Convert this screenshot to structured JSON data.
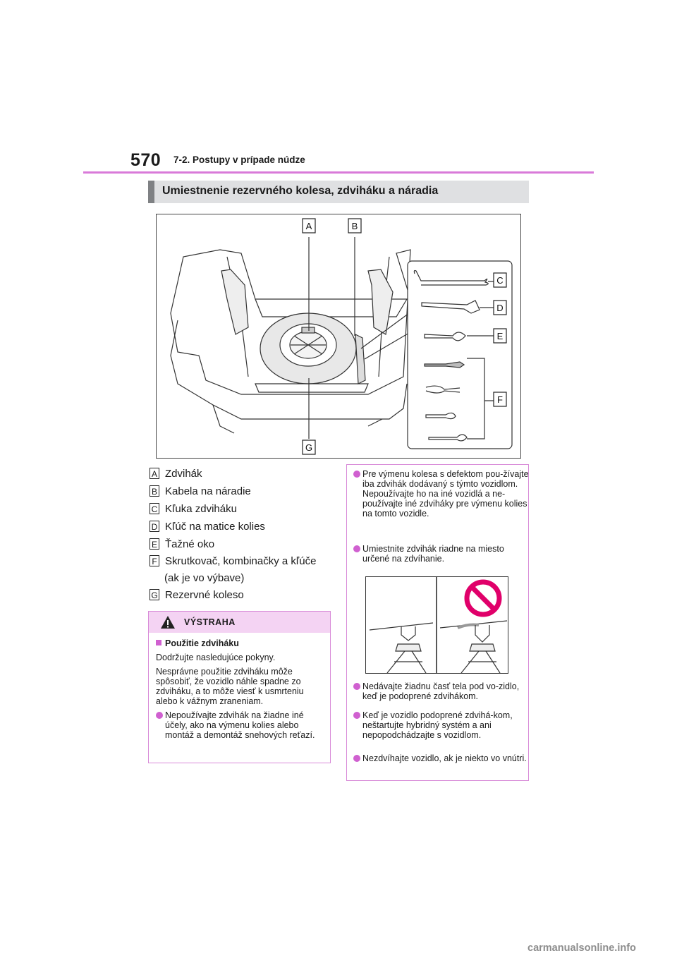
{
  "header": {
    "page_number": "570",
    "chapter": "7-2. Postupy v prípade núdze"
  },
  "section_title": "Umiestnenie rezervného kolesa, zdviháku a náradia",
  "figure": {
    "callouts": [
      "A",
      "B",
      "C",
      "D",
      "E",
      "F",
      "G"
    ]
  },
  "legend": [
    {
      "label": "A",
      "text": "Zdvihák"
    },
    {
      "label": "B",
      "text": "Kabela na náradie"
    },
    {
      "label": "C",
      "text": "Kľuka zdviháku"
    },
    {
      "label": "D",
      "text": "Kľúč na matice kolies"
    },
    {
      "label": "E",
      "text": "Ťažné oko"
    },
    {
      "label": "F",
      "text": "Skrutkovač, kombinačky a kľúče",
      "cont": "(ak je vo výbave)"
    },
    {
      "label": "G",
      "text": "Rezervné koleso"
    }
  ],
  "warning": {
    "title": "VÝSTRAHA",
    "subtitle": "Použitie zdviháku",
    "p1": "Dodržujte nasledujúce pokyny.",
    "p2": "Nesprávne použitie zdviháku môže spôsobiť, že vozidlo náhle spadne zo zdviháku, a to môže viesť k usmrteniu alebo k vážnym zraneniam.",
    "b1": "Nepoužívajte zdvihák na žiadne iné účely, ako na výmenu kolies alebo montáž a demontáž snehových reťazí."
  },
  "notes": {
    "n1": "Pre výmenu kolesa s defektom pou-žívajte iba zdvihák dodávaný s týmto vozidlom. Nepoužívajte ho na iné vozidlá a ne-používajte iné zdviháky pre výmenu kolies na tomto vozidle.",
    "n2": "Umiestnite zdvihák riadne na miesto určené na zdvíhanie.",
    "n3": "Nedávajte žiadnu časť tela pod vo-zidlo, keď je podoprené zdvihákom.",
    "n4": "Keď je vozidlo podoprené zdvihá-kom, neštartujte hybridný systém a ani nepopodchádzajte s vozidlom.",
    "n5": "Nezdvíhajte vozidlo, ak je niekto vo vnútri."
  },
  "watermark": "carmanualsonline.info",
  "colors": {
    "accent": "#d97ad9",
    "bullet": "#d060d0",
    "warn_header": "#f4d3f3",
    "section_bg": "#dfe0e2",
    "prohibit": "#e0006a"
  }
}
